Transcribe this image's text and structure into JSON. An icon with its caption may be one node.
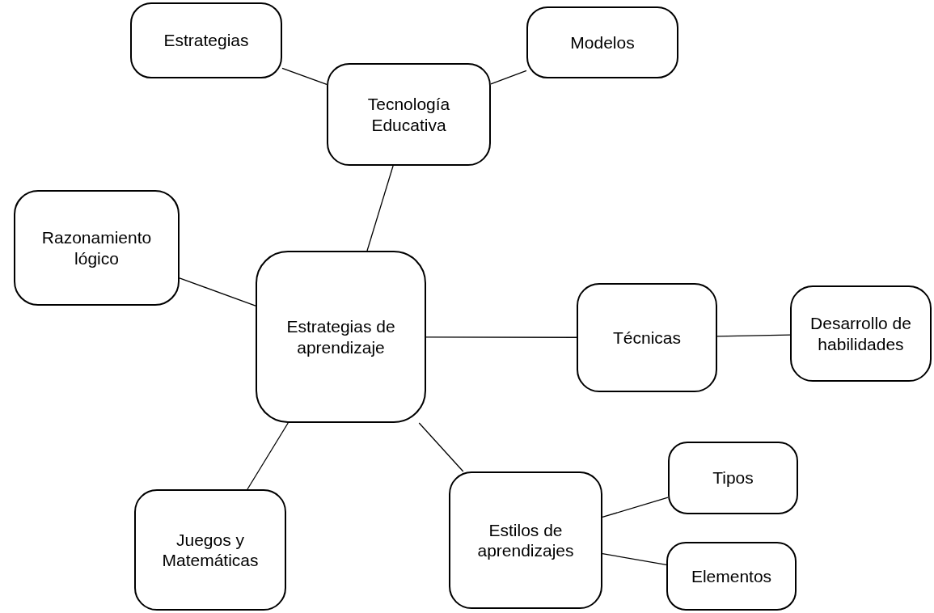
{
  "diagram": {
    "nodes": [
      {
        "text": [
          "Estrategias de aprendizaje"
        ]
      },
      {
        "text": [
          "Tecnología Educativa"
        ]
      },
      {
        "text": [
          "Estrategias"
        ]
      },
      {
        "text": [
          "Modelos"
        ]
      },
      {
        "text": [
          "Razonamiento lógico"
        ]
      },
      {
        "text": [
          "Técnicas"
        ]
      },
      {
        "text": [
          "Desarrollo de habilidades"
        ]
      },
      {
        "text": [
          "Juegos y Matemáticas"
        ]
      },
      {
        "text": [
          "Estilos de aprendizajes"
        ]
      },
      {
        "text": [
          "Tipos"
        ]
      },
      {
        "text": [
          "Elementos"
        ]
      }
    ],
    "edges": [
      {
        "from": 1,
        "to": 2,
        "arrow": "none"
      },
      {
        "from": 1,
        "to": 3,
        "arrow": "none"
      },
      {
        "from": 0,
        "to": 1,
        "arrow": "none"
      },
      {
        "from": 0,
        "to": 4,
        "arrow": "none"
      },
      {
        "from": 0,
        "to": 5,
        "arrow": "none"
      },
      {
        "from": 5,
        "to": 6,
        "arrow": "none"
      },
      {
        "from": 0,
        "to": 7,
        "arrow": "none"
      },
      {
        "from": 0,
        "to": 8,
        "arrow": "none"
      },
      {
        "from": 8,
        "to": 9,
        "arrow": "none"
      },
      {
        "from": 8,
        "to": 10,
        "arrow": "none"
      }
    ]
  }
}
